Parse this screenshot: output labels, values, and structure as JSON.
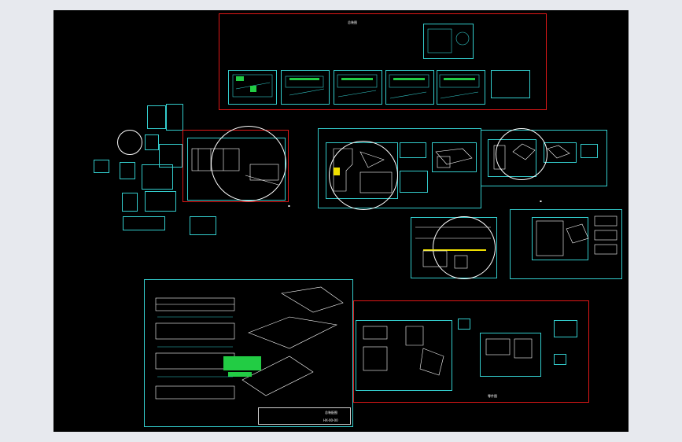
{
  "viewport": {
    "background": "#000000",
    "frame": "#e7e9ee"
  },
  "colors": {
    "border": "#33cccc",
    "group": "#e01818",
    "green": "#22cc44",
    "yellow": "#f0e000",
    "white": "#ffffff"
  },
  "groups": {
    "top": {
      "label": "总装图"
    },
    "mid_left": {
      "label": ""
    },
    "bottom_right": {
      "label": "零件图"
    }
  },
  "main_drawing": {
    "title": "总装配图",
    "code": "HX-00-00"
  }
}
